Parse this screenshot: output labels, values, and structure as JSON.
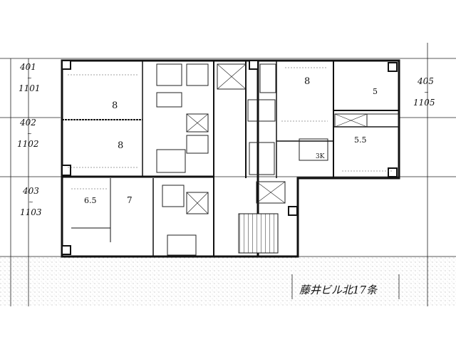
{
  "plan": {
    "title": "藤井ビル北17条",
    "unit_ranges": [
      {
        "from": "401",
        "to": "1101"
      },
      {
        "from": "402",
        "to": "1102"
      },
      {
        "from": "403",
        "to": "1103"
      },
      {
        "from": "405",
        "to": "1105"
      }
    ],
    "range_separator": "~",
    "rooms": [
      {
        "size": "8"
      },
      {
        "size": "8"
      },
      {
        "size": "6.5"
      },
      {
        "size": "7"
      },
      {
        "size": "8"
      },
      {
        "size": "5"
      },
      {
        "size": "5.5"
      },
      {
        "size": "3K"
      }
    ],
    "colors": {
      "ink": "#111111",
      "paper": "#ffffff",
      "noise": "#9a9a9a"
    }
  }
}
